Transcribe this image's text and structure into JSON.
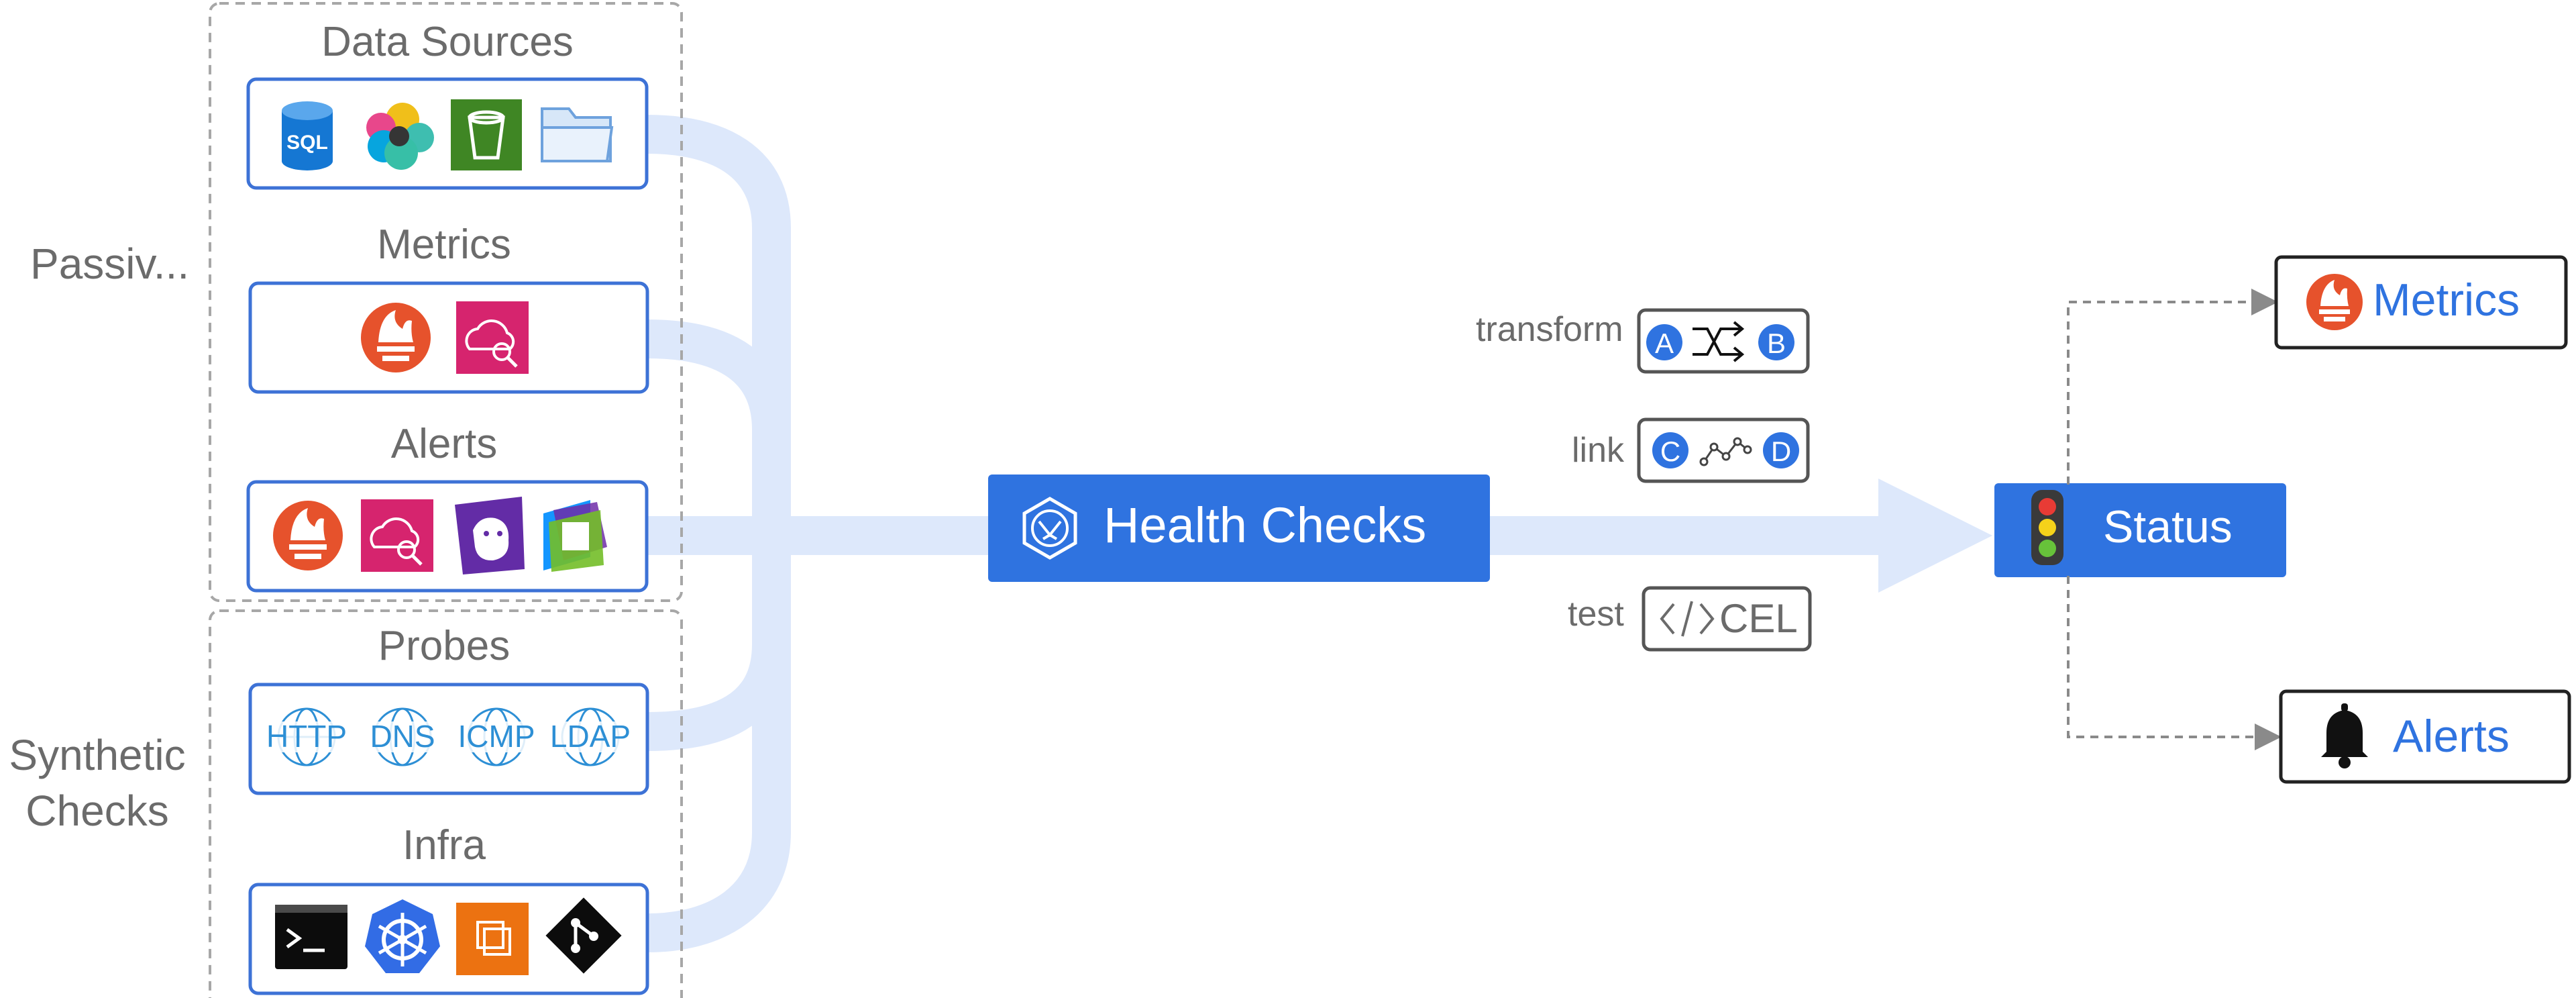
{
  "groups": {
    "passive": "Passiv...",
    "synthetic_line1": "Synthetic",
    "synthetic_line2": "Checks"
  },
  "sources": {
    "data_sources": {
      "title": "Data Sources",
      "icons": [
        "sql-database-icon",
        "elasticsearch-icon",
        "s3-bucket-icon",
        "folder-icon"
      ],
      "sql_text": "SQL"
    },
    "metrics": {
      "title": "Metrics",
      "icons": [
        "prometheus-icon",
        "cloudwatch-icon"
      ]
    },
    "alerts": {
      "title": "Alerts",
      "icons": [
        "prometheus-icon",
        "cloudwatch-icon",
        "datadog-icon",
        "dynatrace-icon"
      ]
    },
    "probes": {
      "title": "Probes",
      "items": [
        "HTTP",
        "DNS",
        "ICMP",
        "LDAP"
      ]
    },
    "infra": {
      "title": "Infra",
      "icons": [
        "terminal-icon",
        "kubernetes-icon",
        "aws-ec2-icon",
        "git-icon"
      ]
    }
  },
  "health_checks": {
    "label": "Health Checks",
    "icon": "health-checks-logo-icon"
  },
  "operations": {
    "transform": {
      "label": "transform",
      "from": "A",
      "to": "B",
      "icon": "shuffle-icon"
    },
    "link": {
      "label": "link",
      "from": "C",
      "to": "D",
      "icon": "graph-link-icon"
    },
    "test": {
      "label": "test",
      "text": "CEL",
      "icon": "code-icon"
    }
  },
  "status": {
    "label": "Status",
    "icon": "traffic-light-icon"
  },
  "outputs": {
    "metrics": {
      "label": "Metrics",
      "icon": "prometheus-icon"
    },
    "alerts": {
      "label": "Alerts",
      "icon": "bell-icon"
    }
  },
  "colors": {
    "accent_blue": "#2f73e0",
    "flow_light_blue": "#dde8fb",
    "border_blue": "#3d72d6",
    "dashed_gray": "#8a8a8a",
    "prometheus_orange": "#e6522c",
    "cloudwatch_pink": "#d6246e",
    "label_gray": "#6b6b6b"
  }
}
